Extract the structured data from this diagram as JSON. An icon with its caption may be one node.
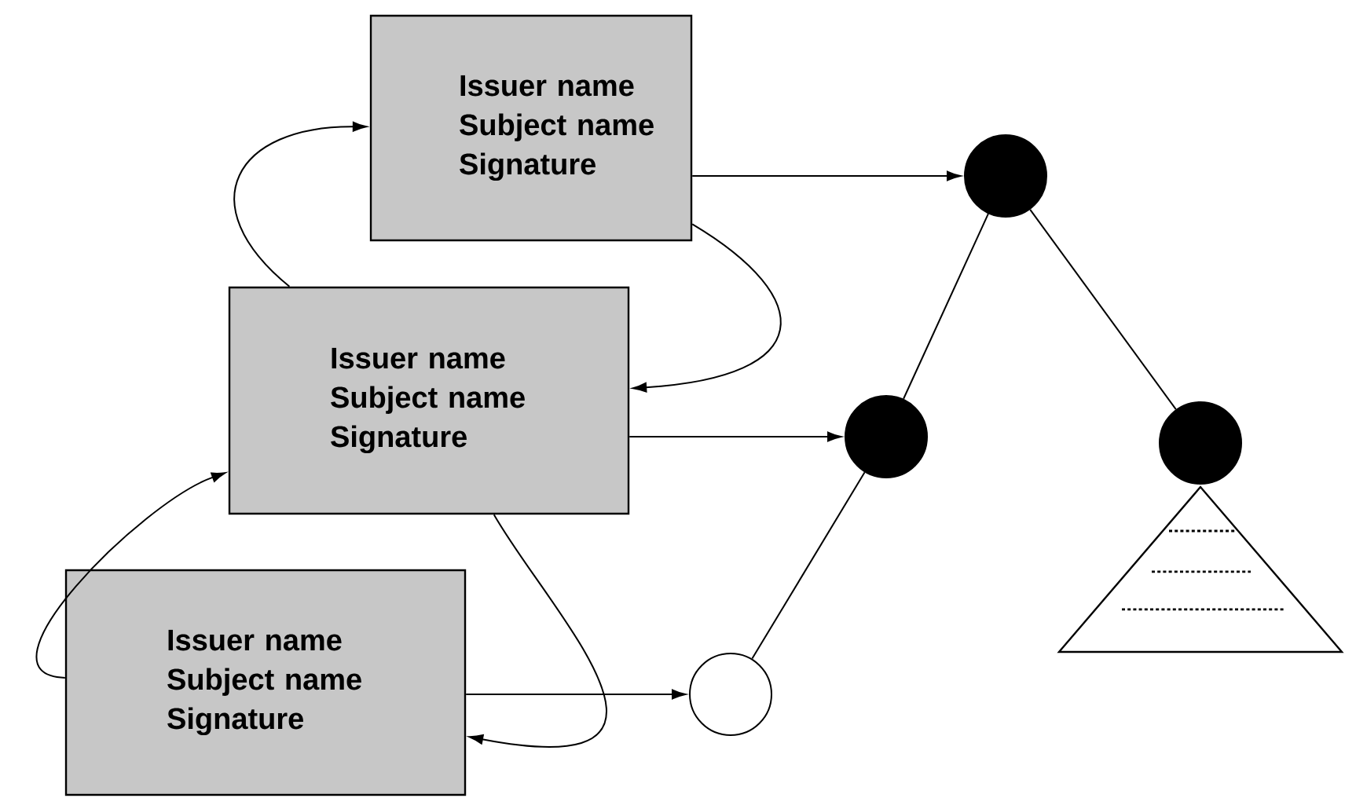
{
  "diagram": {
    "nodes": [
      {
        "text": [
          "Issuer name",
          "Subject name",
          "Signature"
        ]
      },
      {
        "text": [
          "Issuer name",
          "Subject name",
          "Signature"
        ]
      },
      {
        "text": [
          "Issuer name",
          "Subject name",
          "Signature"
        ]
      },
      {
        "text": [],
        "shape": "circle"
      },
      {
        "text": [],
        "shape": "circle"
      },
      {
        "text": [],
        "shape": "circle"
      },
      {
        "text": [],
        "shape": "circle"
      },
      {
        "text": [],
        "shape": "triangle"
      }
    ],
    "edges": [
      {
        "from": 0,
        "to": 3,
        "arrow": "to"
      },
      {
        "from": 1,
        "to": 4,
        "arrow": "to"
      },
      {
        "from": 2,
        "to": 6,
        "arrow": "to"
      },
      {
        "from": 0,
        "to": 1,
        "arrow": "to"
      },
      {
        "from": 1,
        "to": 0,
        "arrow": "to"
      },
      {
        "from": 1,
        "to": 2,
        "arrow": "to"
      },
      {
        "from": 2,
        "to": 1,
        "arrow": "to"
      },
      {
        "from": 3,
        "to": 4,
        "arrow": "none"
      },
      {
        "from": 3,
        "to": 5,
        "arrow": "none"
      },
      {
        "from": 4,
        "to": 6,
        "arrow": "none"
      }
    ]
  }
}
